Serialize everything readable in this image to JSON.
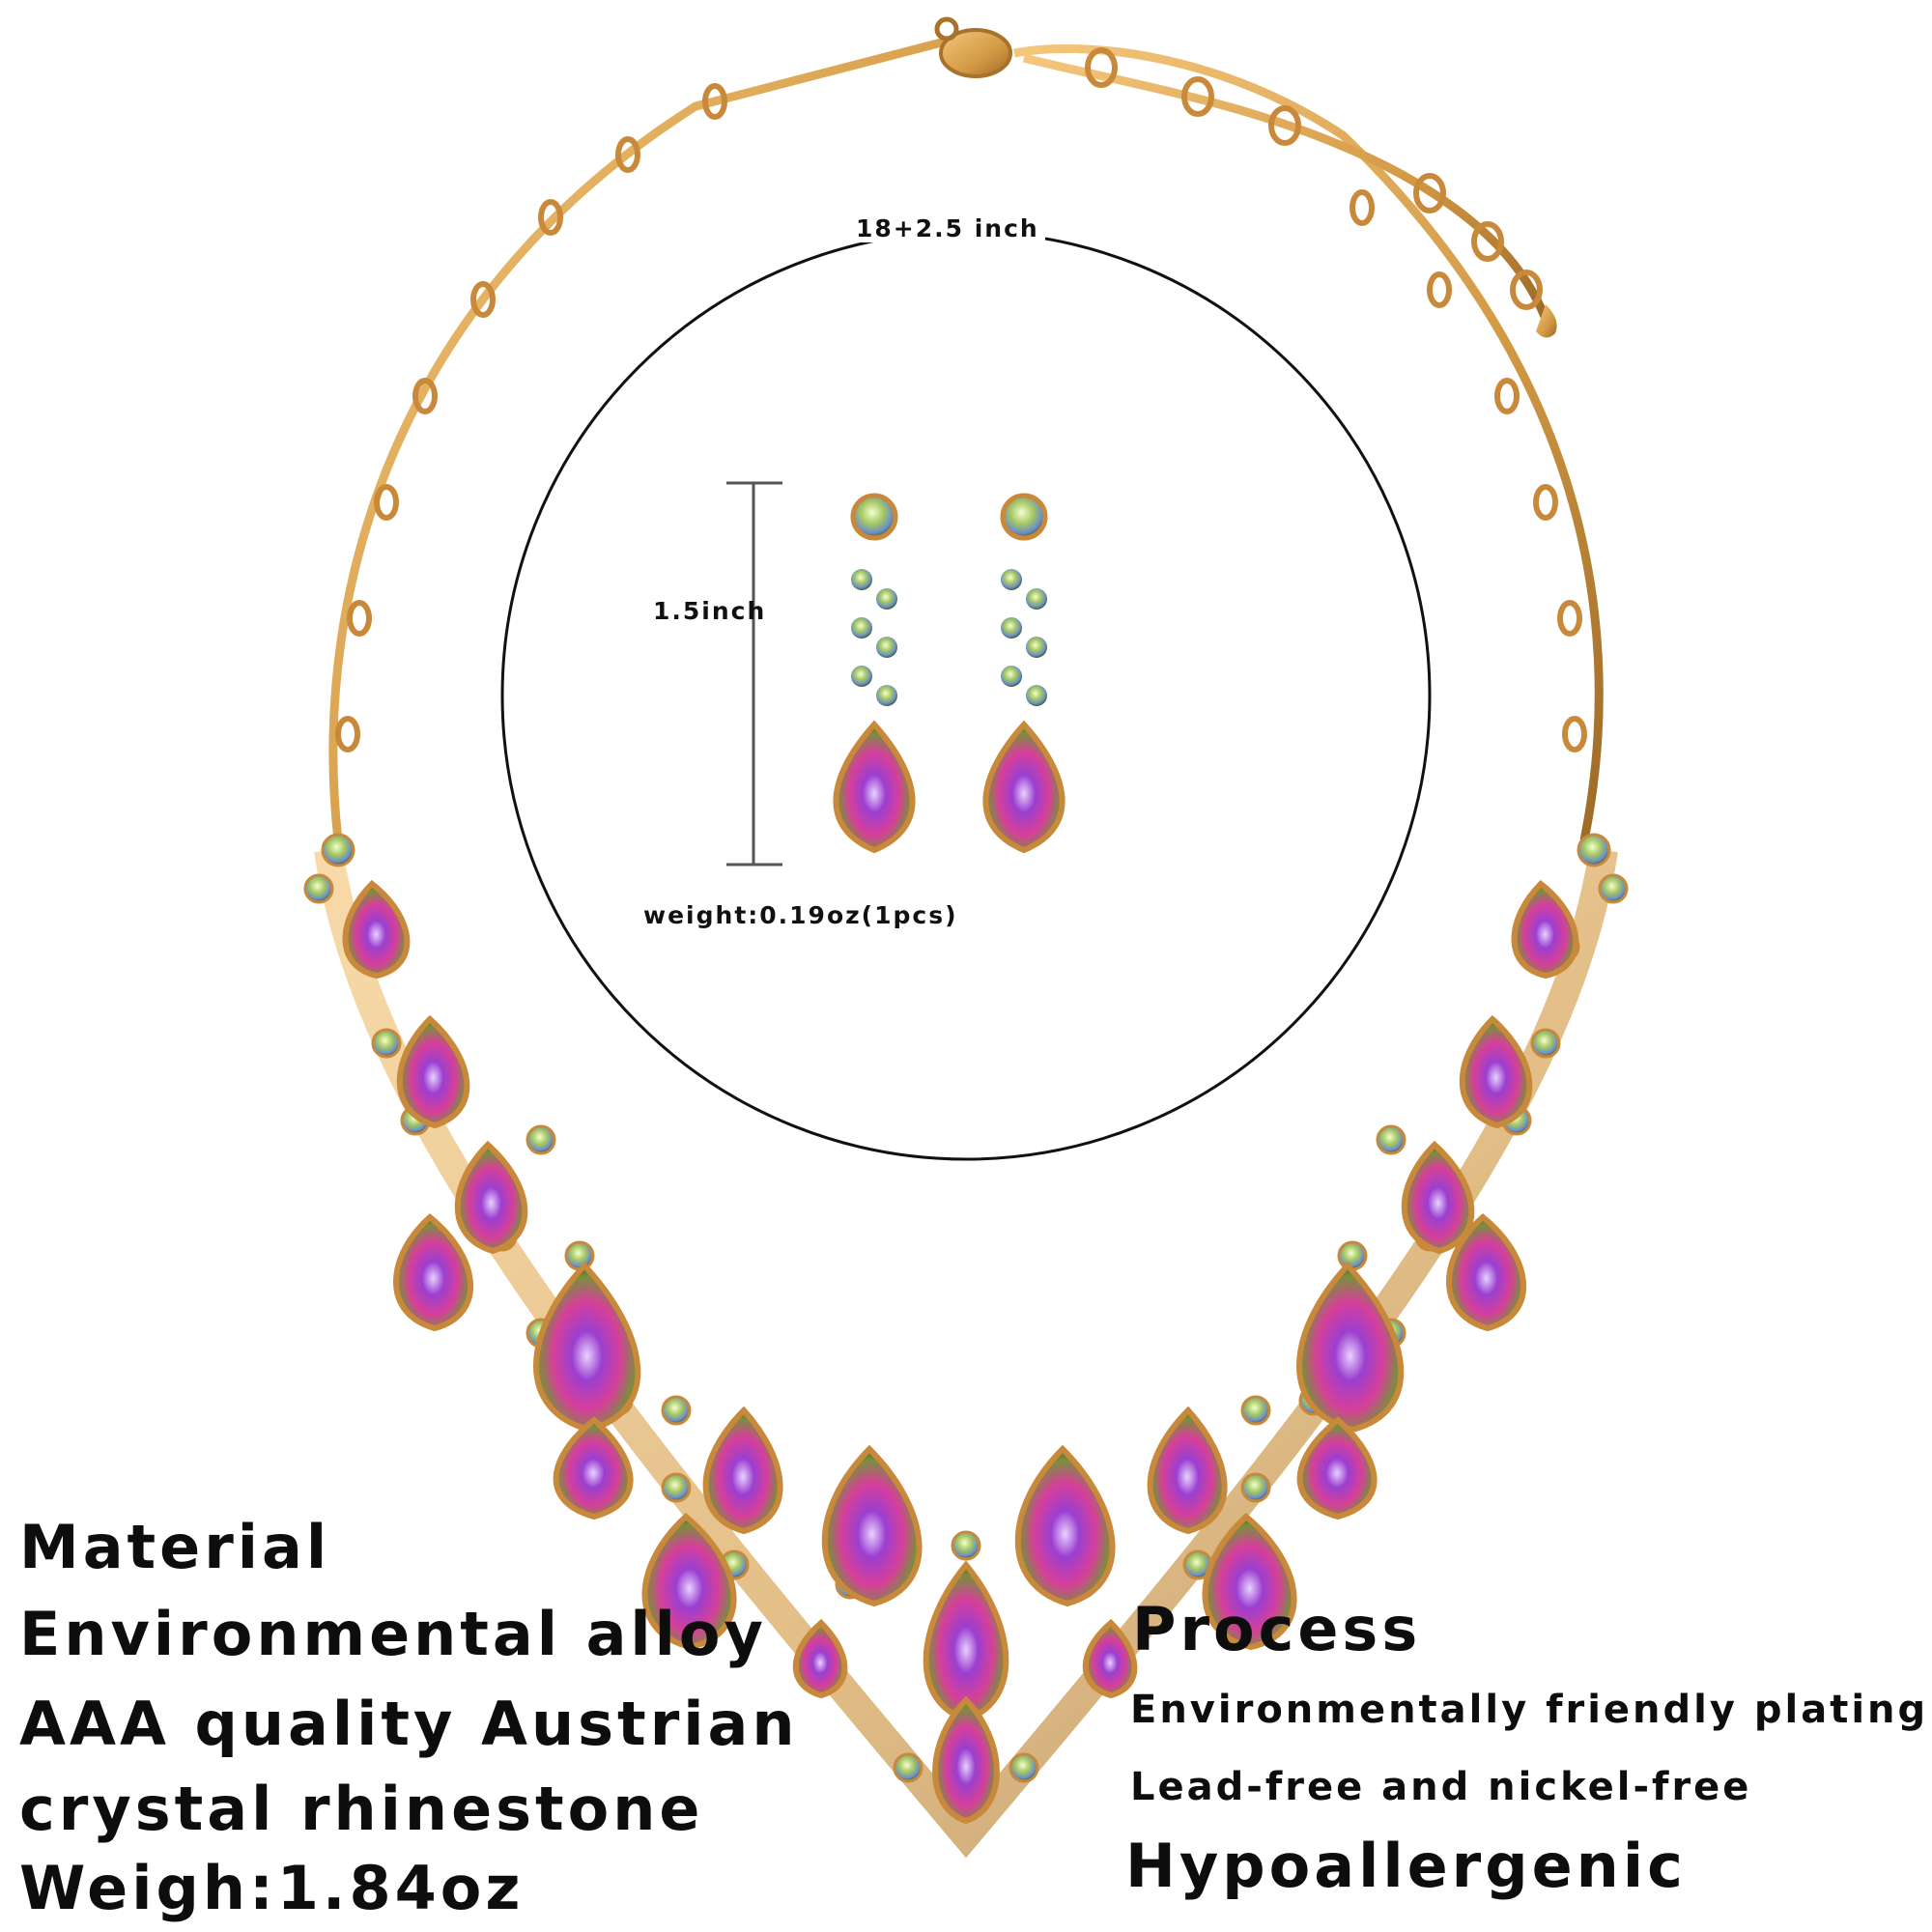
{
  "necklace_length": "18+2.5 inch",
  "earring": {
    "length": "1.5inch",
    "weight": "weight:0.19oz(1pcs)"
  },
  "material": {
    "heading": "Material",
    "lines": [
      "Environmental alloy",
      "AAA quality Austrian",
      "crystal rhinestone",
      "Weigh:1.84oz"
    ]
  },
  "process": {
    "heading": "Process",
    "lines": [
      "Environmentally friendly plating",
      "Lead-free and nickel-free",
      "Hypoallergenic"
    ]
  },
  "colors": {
    "gold": "#d9a24e",
    "gold_dark": "#a8722a",
    "stone_purple": "#b23fd1",
    "stone_magenta": "#e0459a",
    "stone_green": "#8aa844",
    "small_stone": "#a9c96a",
    "background": "#ffffff"
  }
}
